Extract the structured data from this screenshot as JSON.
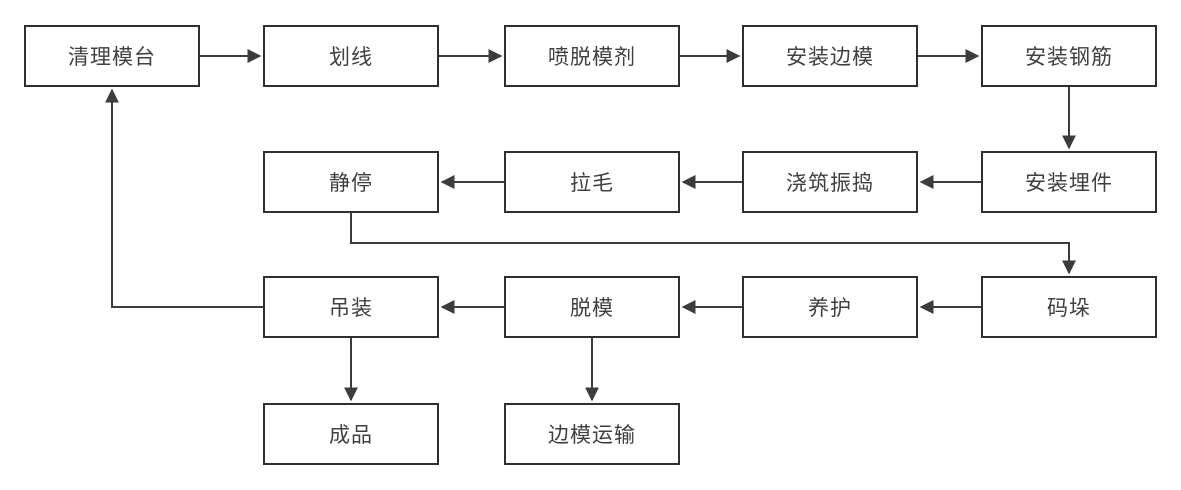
{
  "diagram": {
    "type": "flowchart",
    "description": "Precast concrete component production process flow",
    "colors": {
      "background": "#ffffff",
      "box_border": "#2f2f2f",
      "box_fill": "#ffffff",
      "text": "#404040",
      "arrow": "#3c3c3c"
    },
    "nodes": [
      {
        "id": "clean-platform",
        "label": "清理模台"
      },
      {
        "id": "scribe-lines",
        "label": "划线"
      },
      {
        "id": "spray-release-agent",
        "label": "喷脱模剂"
      },
      {
        "id": "install-side-forms",
        "label": "安装边模"
      },
      {
        "id": "install-rebar",
        "label": "安装钢筋"
      },
      {
        "id": "install-embeds",
        "label": "安装埋件"
      },
      {
        "id": "pour-vibrate",
        "label": "浇筑振捣"
      },
      {
        "id": "roughen",
        "label": "拉毛"
      },
      {
        "id": "rest",
        "label": "静停"
      },
      {
        "id": "stack",
        "label": "码垛"
      },
      {
        "id": "cure",
        "label": "养护"
      },
      {
        "id": "demold",
        "label": "脱模"
      },
      {
        "id": "lift",
        "label": "吊装"
      },
      {
        "id": "finished-product",
        "label": "成品"
      },
      {
        "id": "side-form-transport",
        "label": "边模运输"
      }
    ],
    "edges": [
      {
        "from": "clean-platform",
        "to": "scribe-lines"
      },
      {
        "from": "scribe-lines",
        "to": "spray-release-agent"
      },
      {
        "from": "spray-release-agent",
        "to": "install-side-forms"
      },
      {
        "from": "install-side-forms",
        "to": "install-rebar"
      },
      {
        "from": "install-rebar",
        "to": "install-embeds"
      },
      {
        "from": "install-embeds",
        "to": "pour-vibrate"
      },
      {
        "from": "pour-vibrate",
        "to": "roughen"
      },
      {
        "from": "roughen",
        "to": "rest"
      },
      {
        "from": "rest",
        "to": "stack"
      },
      {
        "from": "stack",
        "to": "cure"
      },
      {
        "from": "cure",
        "to": "demold"
      },
      {
        "from": "demold",
        "to": "lift"
      },
      {
        "from": "lift",
        "to": "clean-platform"
      },
      {
        "from": "lift",
        "to": "finished-product"
      },
      {
        "from": "demold",
        "to": "side-form-transport"
      }
    ]
  }
}
